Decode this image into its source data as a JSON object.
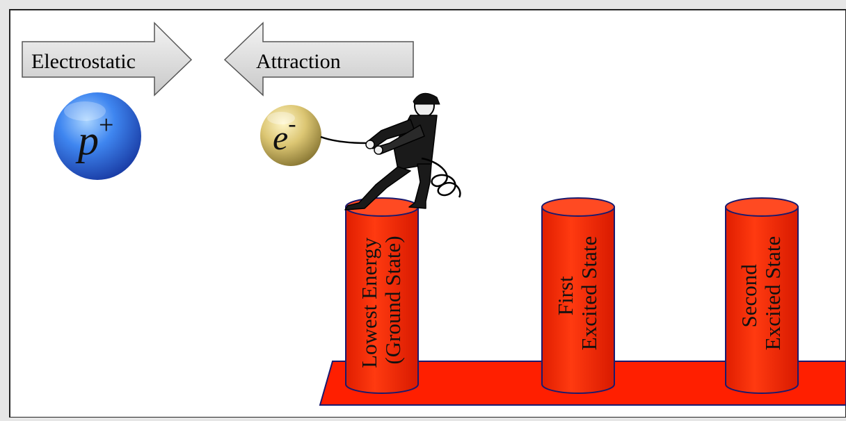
{
  "arrows": {
    "left_label": "Electrostatic",
    "right_label": "Attraction"
  },
  "particles": {
    "proton": {
      "symbol": "p",
      "sup": "+"
    },
    "electron": {
      "symbol": "e",
      "sup": "-"
    }
  },
  "levels": [
    {
      "line1": "Lowest Energy",
      "line2": "(Ground State)"
    },
    {
      "line1": "First",
      "line2": "Excited State"
    },
    {
      "line1": "Second",
      "line2": "Excited State"
    }
  ],
  "colors": {
    "cylinder": "#ff2a00",
    "proton": "#2f63d8",
    "electron": "#d8c066",
    "arrow": "#dcdcdc",
    "outline": "#1a1a6e"
  }
}
